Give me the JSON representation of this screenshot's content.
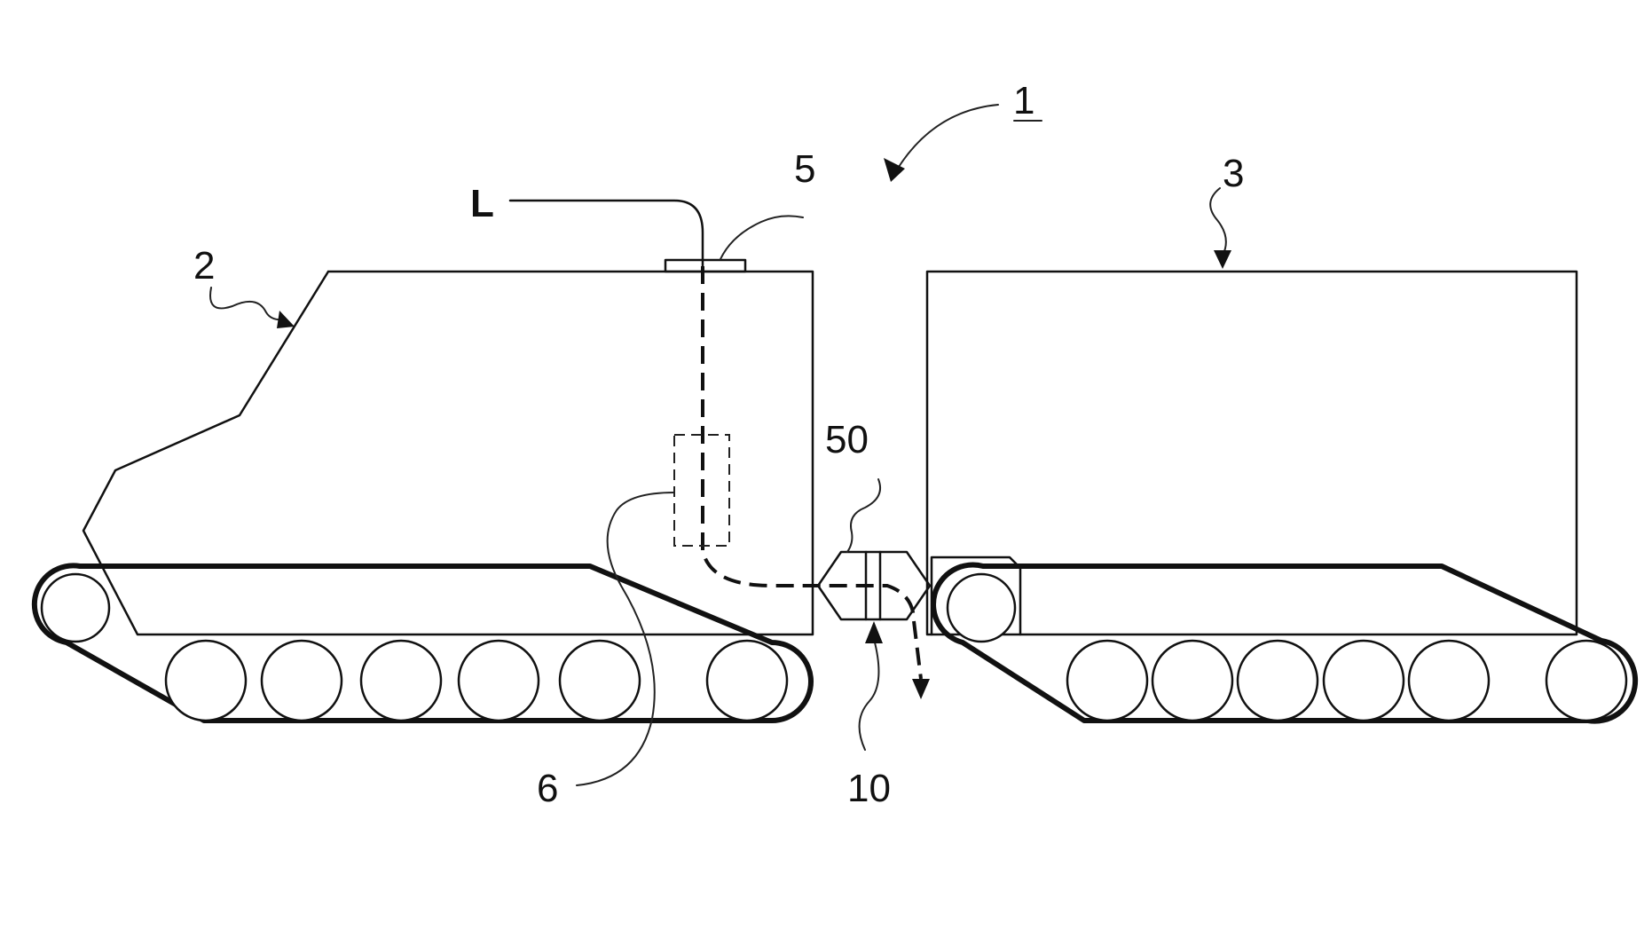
{
  "labels": {
    "system": "1",
    "front_vehicle": "2",
    "rear_vehicle": "3",
    "line": "L",
    "inlet": "5",
    "tank": "6",
    "connector": "50",
    "valve": "10"
  }
}
